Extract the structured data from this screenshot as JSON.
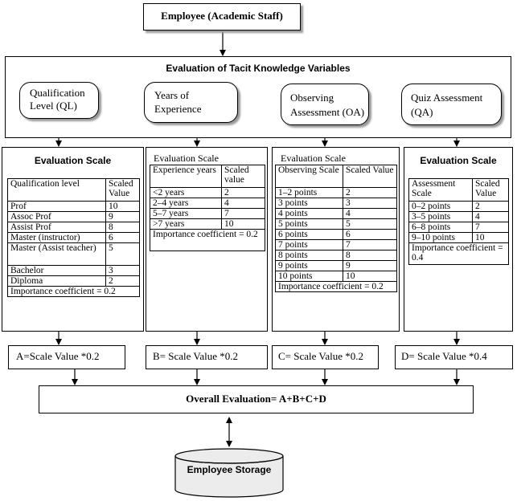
{
  "employee_box": "Employee (Academic Staff)",
  "tacit_title": "Evaluation of Tacit Knowledge Variables",
  "variables": {
    "ql": "Qualification Level (QL)",
    "years": "Years of Experience",
    "oa": "Observing Assessment (OA)",
    "qa": "Quiz Assessment (QA)"
  },
  "panels": {
    "ql": {
      "title": "Evaluation Scale",
      "head": [
        "Qualification level",
        "Scaled Value"
      ],
      "rows": [
        [
          "Prof",
          "10"
        ],
        [
          "Assoc Prof",
          "9"
        ],
        [
          "Assist Prof",
          "8"
        ],
        [
          "Master (instructor)",
          "6"
        ],
        [
          "Master (Assist teacher)",
          "5"
        ],
        [
          "Bachelor",
          "3"
        ],
        [
          "Diploma",
          "2"
        ]
      ],
      "coef": "Importance coefficient = 0.2"
    },
    "years": {
      "title": "Evaluation Scale",
      "head": [
        "Experience years",
        "Scaled value"
      ],
      "rows": [
        [
          "<2 years",
          "2"
        ],
        [
          "2–4 years",
          "4"
        ],
        [
          "5–7 years",
          "7"
        ],
        [
          ">7 years",
          "10"
        ]
      ],
      "coef": "Importance coefficient = 0.2"
    },
    "oa": {
      "title": "Evaluation Scale",
      "head": [
        "Observing Scale",
        "Scaled Value"
      ],
      "rows": [
        [
          "1–2 points",
          "2"
        ],
        [
          "3 points",
          "3"
        ],
        [
          "4 points",
          "4"
        ],
        [
          "5 points",
          "5"
        ],
        [
          "6 points",
          "6"
        ],
        [
          "7 points",
          "7"
        ],
        [
          "8 points",
          "8"
        ],
        [
          "9 points",
          "9"
        ],
        [
          "10 points",
          "10"
        ]
      ],
      "coef": "Importance coefficient = 0.2"
    },
    "qa": {
      "title": "Evaluation Scale",
      "head": [
        "Assessment Scale",
        "Scaled Value"
      ],
      "rows": [
        [
          "0–2 points",
          "2"
        ],
        [
          "3–5 points",
          "4"
        ],
        [
          "6–8 points",
          "7"
        ],
        [
          "9–10 points",
          "10"
        ]
      ],
      "coef": "Importance coefficient = 0.4"
    }
  },
  "formulas": {
    "a": "A=Scale Value *0.2",
    "b": "B= Scale Value *0.2",
    "c": "C= Scale Value *0.2",
    "d": "D= Scale Value *0.4"
  },
  "overall": "Overall Evaluation= A+B+C+D",
  "storage": "Employee Storage"
}
